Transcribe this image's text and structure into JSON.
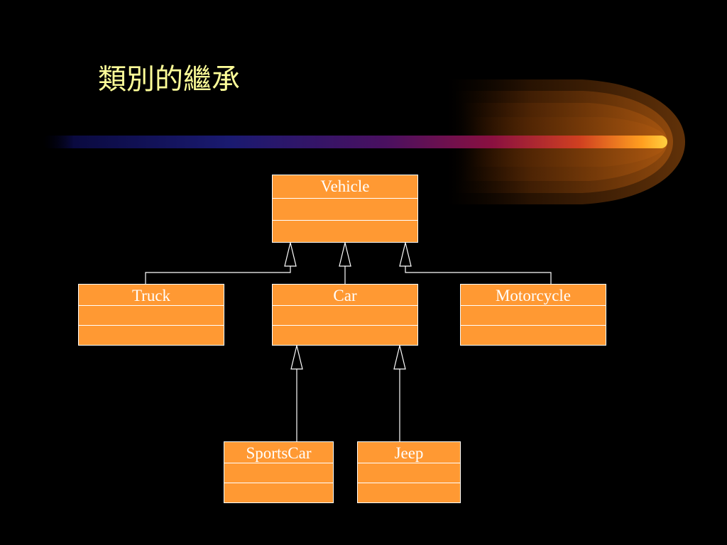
{
  "title": "類別的繼承",
  "colors": {
    "background": "#000000",
    "title_text": "#FFFF99",
    "class_fill": "#FF9933",
    "class_border": "#FFFFFF",
    "connector": "#FFFFFF"
  },
  "classes": {
    "vehicle": "Vehicle",
    "truck": "Truck",
    "car": "Car",
    "motorcycle": "Motorcycle",
    "sportscar": "SportsCar",
    "jeep": "Jeep"
  },
  "inheritance": [
    {
      "child": "Truck",
      "parent": "Vehicle"
    },
    {
      "child": "Car",
      "parent": "Vehicle"
    },
    {
      "child": "Motorcycle",
      "parent": "Vehicle"
    },
    {
      "child": "SportsCar",
      "parent": "Car"
    },
    {
      "child": "Jeep",
      "parent": "Car"
    }
  ]
}
